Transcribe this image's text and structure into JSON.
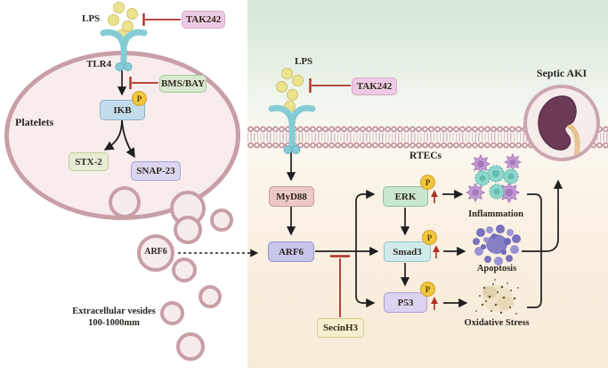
{
  "palette": {
    "platelet_fill": "#f8ecec",
    "platelet_border": "#c89fa7",
    "membrane": "#c0929e",
    "receptor_teal": "#85ccd4",
    "lps_yellow": "#ece391",
    "phospho_yellow": "#f2c73e",
    "inhibition_red": "#ae3127",
    "arrow_black": "#1f1f1f",
    "extracellular_green": "#d4e7d8",
    "cytoplasm_peach": "#f8ebd9"
  },
  "platelet_panel": {
    "lps": "LPS",
    "receptor": "TLR4",
    "cell": "Platelets",
    "tak242": "TAK242",
    "bms_bay": "BMS/BAY",
    "ikb": "IKB",
    "stx2": "STX-2",
    "snap23": "SNAP-23",
    "phospho": "P",
    "vesicle_arf6": "ARF6",
    "ev_caption_1": "Extracellular vesides",
    "ev_caption_2": "100-1000mm"
  },
  "rtec_panel": {
    "lps": "LPS",
    "tak242": "TAK242",
    "cell": "RTECs",
    "myd88": "MyD88",
    "arf6": "ARF6",
    "erk": "ERK",
    "smad3": "Smad3",
    "p53": "P53",
    "secinh3": "SecinH3",
    "phospho": "P",
    "inflammation": "Inflammation",
    "apoptosis": "Apoptosis",
    "oxidative_stress": "Oxidative Stress",
    "outcome": "Septic AKI"
  }
}
